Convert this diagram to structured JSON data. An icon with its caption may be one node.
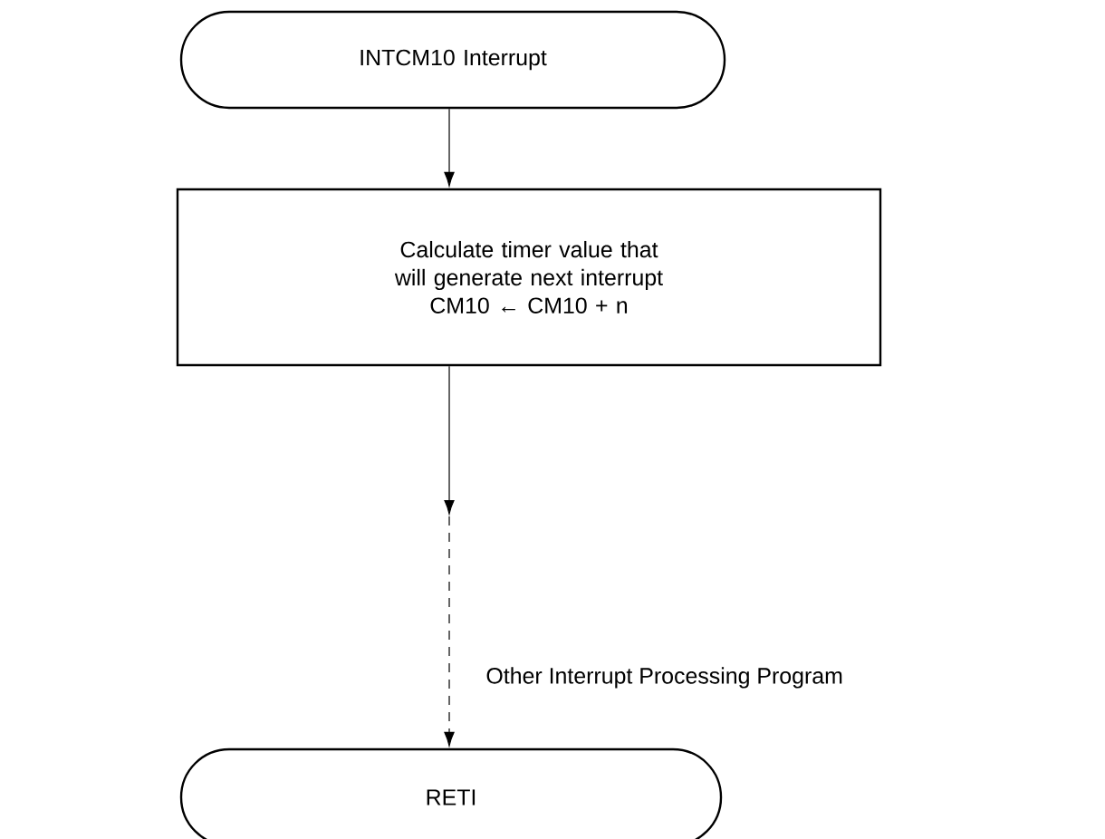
{
  "diagram": {
    "nodes": [
      {
        "text": [
          "INTCM10 Interrupt"
        ]
      },
      {
        "text": [
          "Calculate timer value that will generate next interrupt",
          "CM10 ← CM10 + n"
        ]
      },
      {
        "text": [
          "RETI"
        ]
      }
    ],
    "edges": [
      {
        "from": 0,
        "to": 1,
        "arrow": "to"
      },
      {
        "from": 1,
        "to": null,
        "arrow": "to"
      },
      {
        "from": null,
        "to": 2,
        "arrow": "to",
        "style": "dashed",
        "label": "Other Interrupt Processing Program"
      }
    ]
  }
}
